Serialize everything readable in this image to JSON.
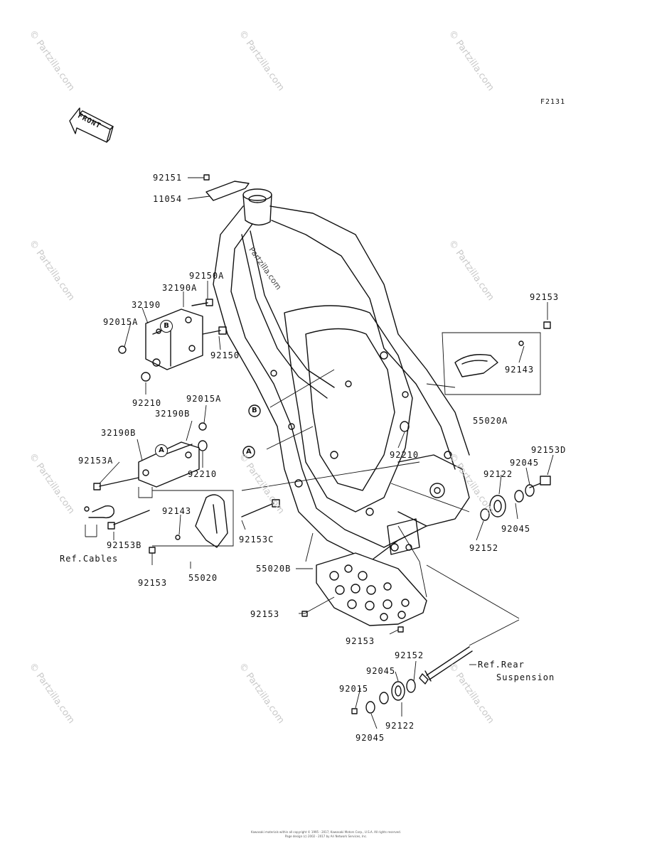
{
  "figure_id": "F2131",
  "front_arrow": "FRONT",
  "watermark": "© Partzilla.com",
  "frame_watermark": "Partzilla.com",
  "callouts": {
    "a": "A",
    "b": "B"
  },
  "labels": {
    "p92151": "92151",
    "p11054": "11054",
    "p92150A": "92150A",
    "p32190A": "32190A",
    "p32190": "32190",
    "p92015A_top": "92015A",
    "p92150": "92150",
    "p92210_top": "92210",
    "p92015A_mid": "92015A",
    "p32190B_right": "32190B",
    "p32190B_left": "32190B",
    "p92153A": "92153A",
    "p92210_mid": "92210",
    "p92153B": "92153B",
    "p92143_left": "92143",
    "p92153_left": "92153",
    "p55020": "55020",
    "p92153C": "92153C",
    "p92210_frame": "92210",
    "p92153_topright": "92153",
    "p92143_right": "92143",
    "p55020A": "55020A",
    "p92153D": "92153D",
    "p92045_r1": "92045",
    "p92122_r": "92122",
    "p92045_r2": "92045",
    "p92152_r": "92152",
    "p55020B": "55020B",
    "p92153_skid": "92153",
    "p92153_bottom": "92153",
    "p92152_b": "92152",
    "p92045_b1": "92045",
    "p92015_b": "92015",
    "p92122_b": "92122",
    "p92045_b2": "92045"
  },
  "refs": {
    "cables": "Ref.Cables",
    "rear_susp_1": "Ref.Rear",
    "rear_susp_2": "Suspension"
  },
  "copyright_1": "Kawasaki materials within all copyright © 1995 - 2017, Kawasaki Motors Corp., U.S.A. All rights reserved.",
  "copyright_2": "Page design (c) 2002 - 2017 by Ari Network Services, Inc."
}
